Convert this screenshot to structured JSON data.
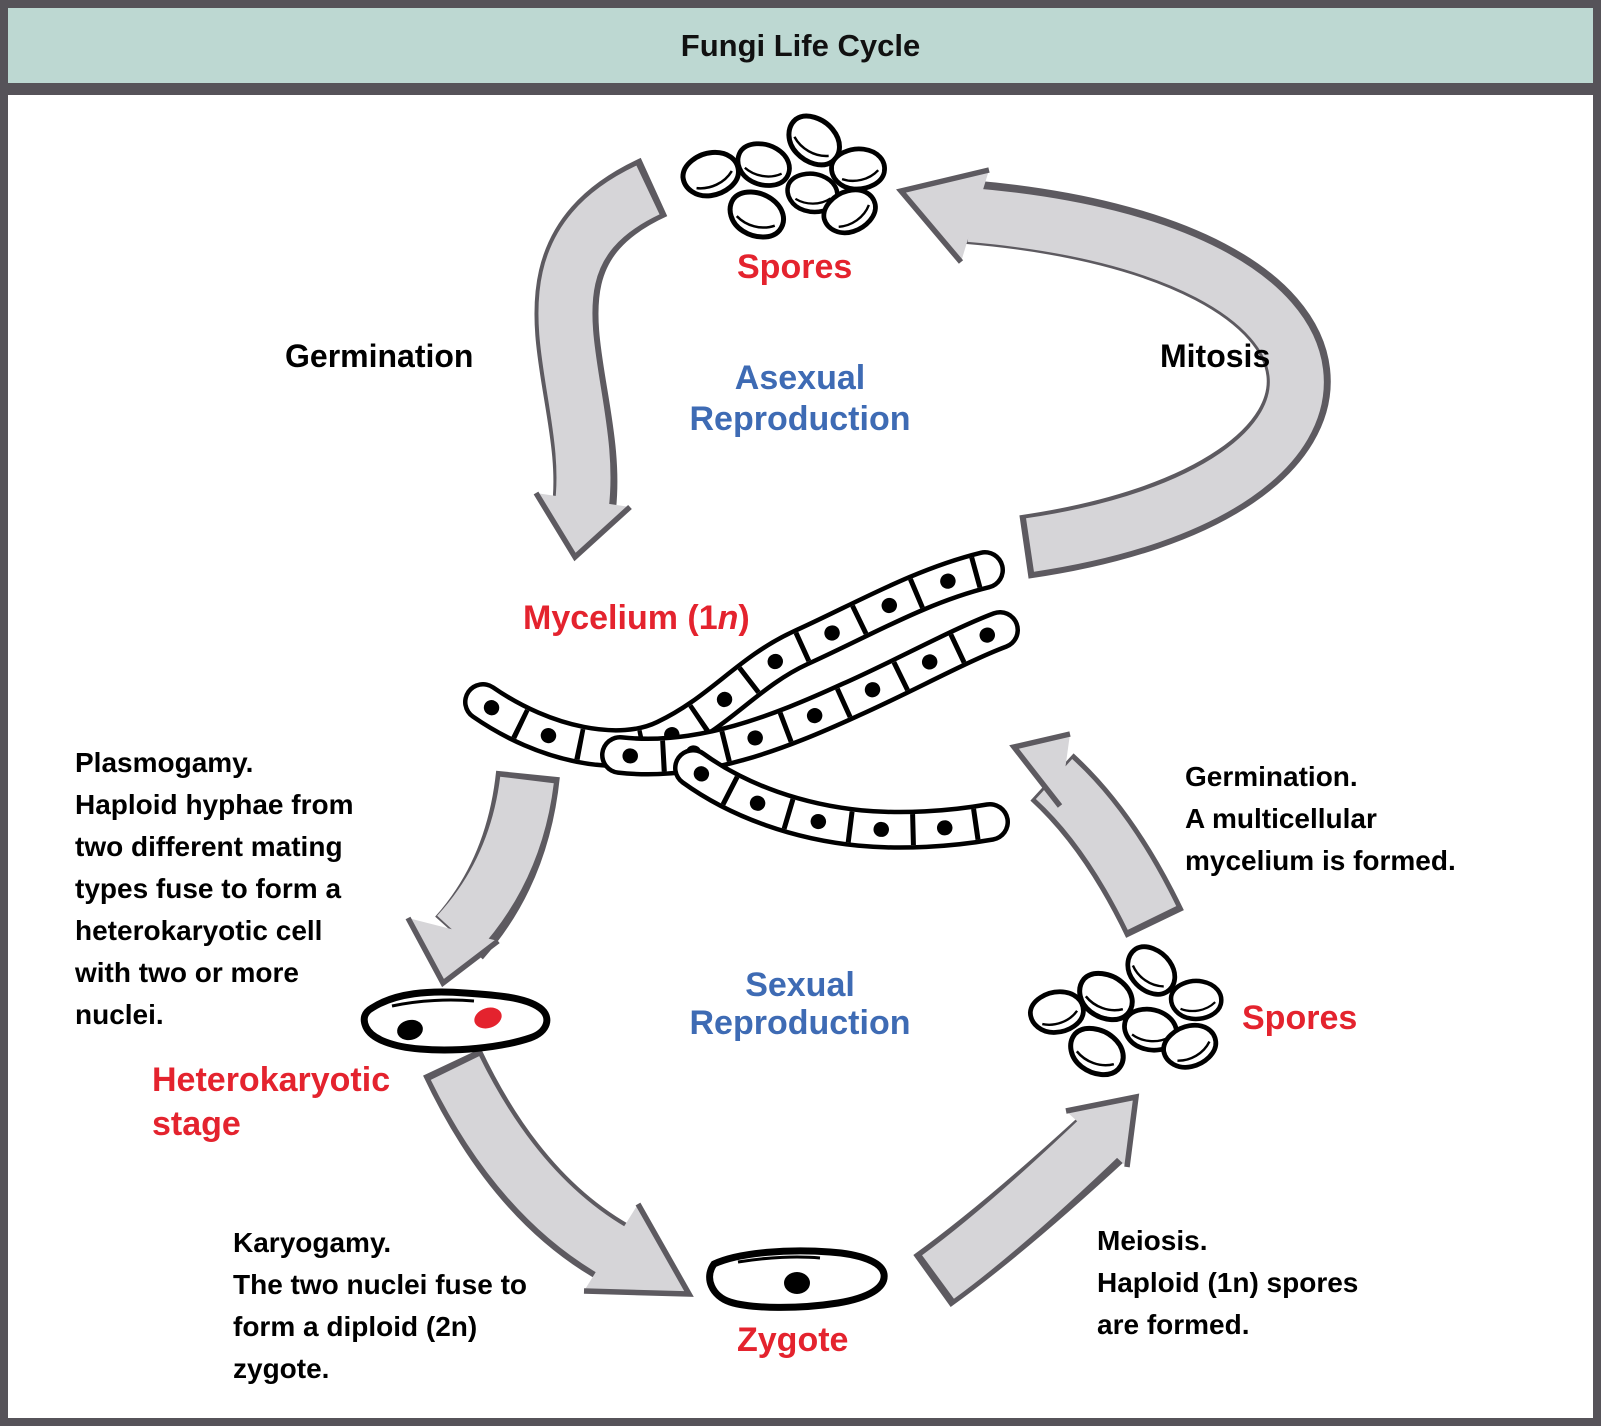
{
  "title": "Fungi Life Cycle",
  "colors": {
    "frame": "#565359",
    "titlebar_bg": "#bdd8d2",
    "title_text": "#111111",
    "stage_label": "#e4232e",
    "cycle_label": "#3e6bb4",
    "arrow_fill": "#d6d5d8",
    "arrow_edge": "#5d5a60",
    "nucleus_red": "#e4232e"
  },
  "labels": {
    "spores_top": "Spores",
    "asexual": "Asexual\nReproduction",
    "germination_left": "Germination",
    "mitosis": "Mitosis",
    "mycelium_pre": "Mycelium (1",
    "mycelium_n": "n",
    "mycelium_post": ")",
    "plasmogamy": "Plasmogamy.\nHaploid hyphae from\ntwo different mating\ntypes fuse to form a\nheterokaryotic cell\nwith two or more\nnuclei.",
    "heterokaryotic": "Heterokaryotic\nstage",
    "sexual": "Sexual\nReproduction",
    "karyogamy": "Karyogamy.\nThe two nuclei fuse to\nform a diploid (2n)\nzygote.",
    "zygote": "Zygote",
    "spores_right": "Spores",
    "meiosis": "Meiosis.\nHaploid (1n) spores\nare formed.",
    "germination_right": "Germination.\nA multicellular\nmycelium is formed."
  }
}
